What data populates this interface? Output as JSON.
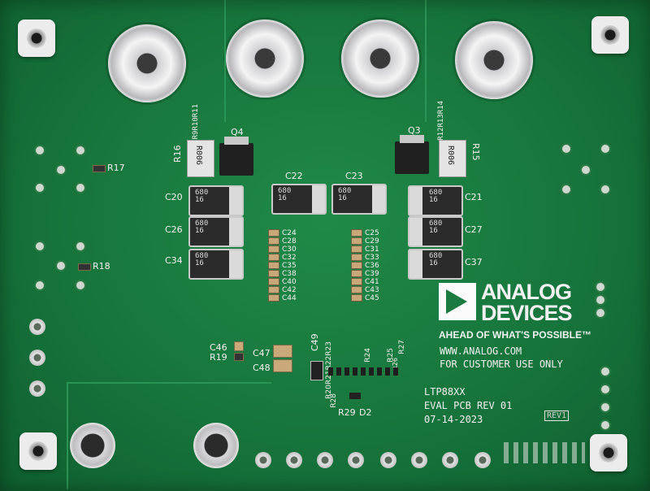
{
  "board": {
    "brand_line1": "ANALOG",
    "brand_line2": "DEVICES",
    "tagline": "AHEAD OF WHAT'S POSSIBLE™",
    "website": "WWW.ANALOG.COM",
    "usage_note": "FOR CUSTOMER USE ONLY",
    "part_number": "LTP88XX",
    "pcb_rev": "EVAL PCB REV 01",
    "date": "07-14-2023",
    "rev_marker": "REV1"
  },
  "refs": {
    "q4": "Q4",
    "q3": "Q3",
    "r16": "R16",
    "r15": "R15",
    "r17": "R17",
    "r18": "R18",
    "r19": "R19",
    "r9r10r11": "R9R10R11",
    "r12r13r14": "R12R13R14",
    "c22": "C22",
    "c23": "C23",
    "c20": "C20",
    "c21": "C21",
    "c26": "C26",
    "c27": "C27",
    "c34": "C34",
    "c37": "C37",
    "left_caps": [
      "C24",
      "C28",
      "C30",
      "C32",
      "C35",
      "C38",
      "C40",
      "C42",
      "C44"
    ],
    "right_caps": [
      "C25",
      "C29",
      "C31",
      "C33",
      "C36",
      "C39",
      "C41",
      "C43",
      "C45"
    ],
    "c46": "C46",
    "c47": "C47",
    "c48": "C48",
    "c49": "C49",
    "r20_r23": "R20R21R22R23",
    "r24": "R24",
    "r25": "R25",
    "r26": "R26",
    "r27": "R27",
    "r28": "R28",
    "r29": "R29",
    "d2": "D2"
  },
  "markings": {
    "shunt": "R006",
    "tcap": "680\n16"
  }
}
